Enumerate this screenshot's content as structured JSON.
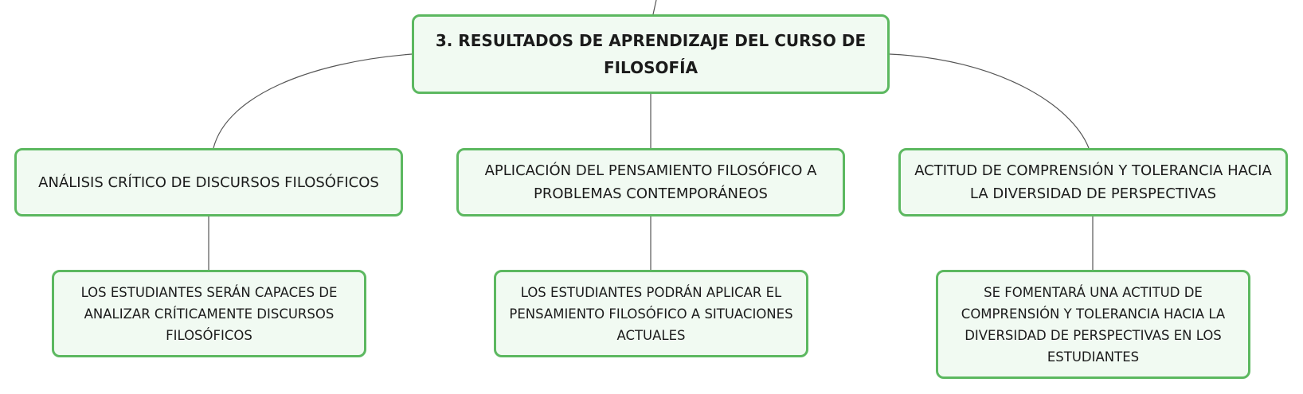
{
  "colors": {
    "node_fill": "#f1faf2",
    "node_border": "#5cb860",
    "connector": "#555555"
  },
  "diagram": {
    "root": {
      "label": "3. RESULTADOS DE APRENDIZAJE DEL CURSO DE\nFILOSOFÍA"
    },
    "branches": [
      {
        "label": "ANÁLISIS CRÍTICO DE DISCURSOS FILOSÓFICOS",
        "detail": "LOS ESTUDIANTES SERÁN CAPACES DE\nANALIZAR CRÍTICAMENTE DISCURSOS\nFILOSÓFICOS"
      },
      {
        "label": "APLICACIÓN DEL PENSAMIENTO FILOSÓFICO A\nPROBLEMAS CONTEMPORÁNEOS",
        "detail": "LOS ESTUDIANTES PODRÁN APLICAR EL\nPENSAMIENTO FILOSÓFICO A SITUACIONES\nACTUALES"
      },
      {
        "label": "ACTITUD DE COMPRENSIÓN Y TOLERANCIA HACIA\nLA DIVERSIDAD DE PERSPECTIVAS",
        "detail": "SE FOMENTARÁ UNA ACTITUD DE\nCOMPRENSIÓN Y TOLERANCIA HACIA LA\nDIVERSIDAD DE PERSPECTIVAS EN LOS\nESTUDIANTES"
      }
    ]
  }
}
